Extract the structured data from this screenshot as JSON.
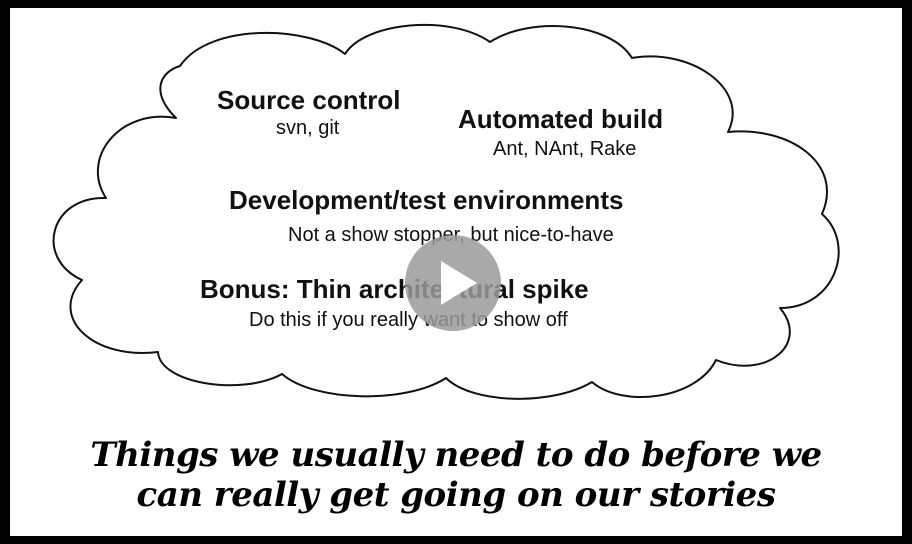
{
  "slide": {
    "items": [
      {
        "heading": "Source control",
        "sub": "svn, git"
      },
      {
        "heading": "Automated build",
        "sub": "Ant, NAnt, Rake"
      },
      {
        "heading": "Development/test environments",
        "sub": "Not a show stopper, but nice-to-have"
      },
      {
        "heading": "Bonus: Thin architectural spike",
        "sub": "Do this if you really want to show off"
      }
    ],
    "caption_line1": "Things we usually need to do before we",
    "caption_line2": "can really get going on our stories"
  },
  "player": {
    "play_icon": "play-icon"
  },
  "colors": {
    "frame": "#000000",
    "slide_bg": "#ffffff",
    "text": "#111111",
    "play_overlay": "#9a9a9a"
  }
}
